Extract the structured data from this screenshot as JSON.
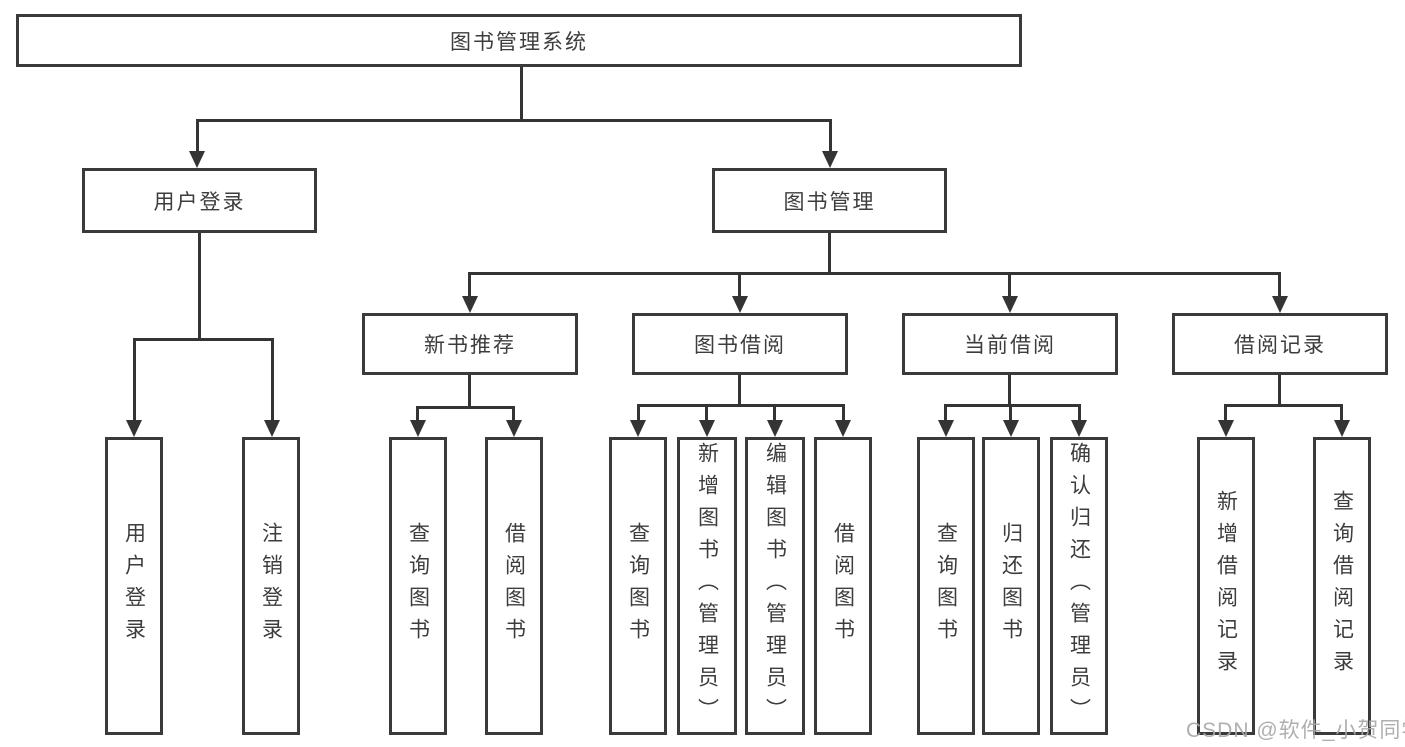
{
  "diagram": {
    "root": "图书管理系统",
    "branches": {
      "user_login": "用户登录",
      "book_mgmt": "图书管理"
    },
    "modules": {
      "new_books": "新书推荐",
      "book_borrow": "图书借阅",
      "current_borrow": "当前借阅",
      "borrow_records": "借阅记录"
    },
    "leaves": {
      "user_login": [
        "用户登录",
        "注销登录"
      ],
      "new_books": [
        "查询图书",
        "借阅图书"
      ],
      "book_borrow": [
        "查询图书",
        "新增图书（管理员）",
        "编辑图书（管理员）",
        "借阅图书"
      ],
      "current_borrow": [
        "查询图书",
        "归还图书",
        "确认归还（管理员）"
      ],
      "borrow_records": [
        "新增借阅记录",
        "查询借阅记录"
      ]
    }
  },
  "watermark": "CSDN @软件_小贺同学",
  "colors": {
    "line": "#343434",
    "border": "#3a3a3a",
    "text": "#3d3d3d",
    "watermark": "#a8a8a8",
    "background": "#ffffff"
  }
}
